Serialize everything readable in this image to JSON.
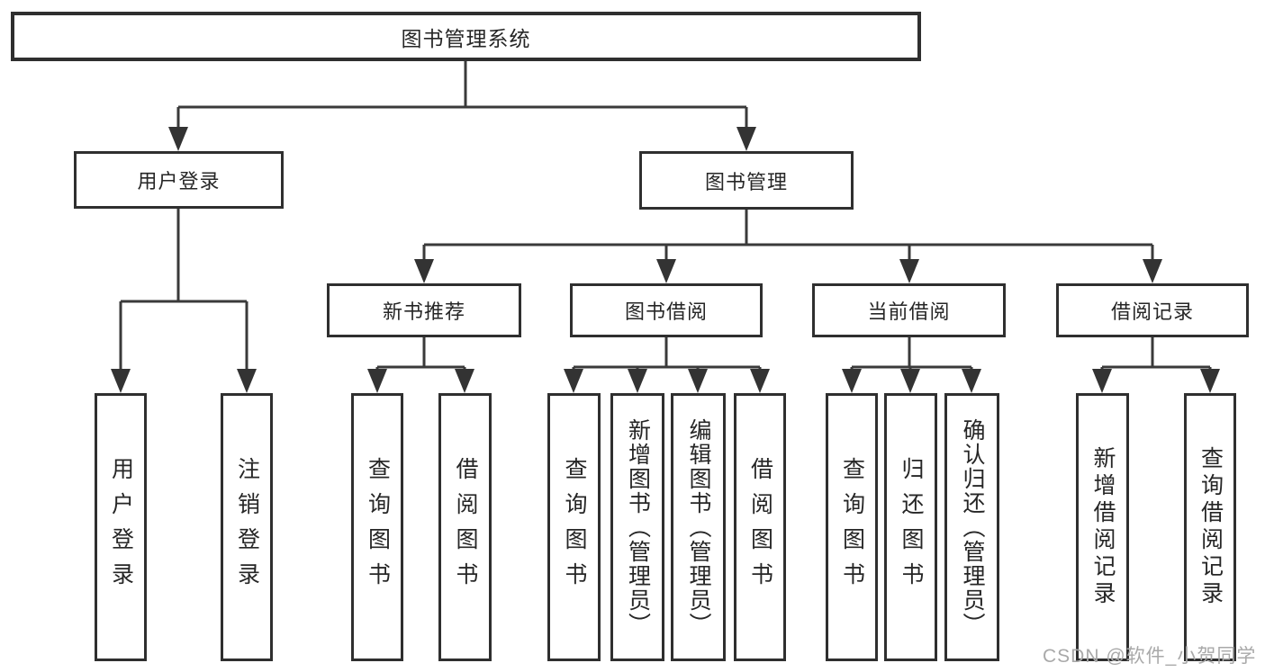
{
  "diagram": {
    "background": "#ffffff",
    "line_color": "#3a3a3a",
    "border_color": "#2f2f2f",
    "text_color": "#262626",
    "watermark_color": "#a9a9a9",
    "root": {
      "label": "图书管理系统"
    },
    "level1": [
      {
        "label": "用户登录"
      },
      {
        "label": "图书管理"
      }
    ],
    "level2": [
      {
        "label": "新书推荐"
      },
      {
        "label": "图书借阅"
      },
      {
        "label": "当前借阅"
      },
      {
        "label": "借阅记录"
      }
    ],
    "leaves": [
      {
        "label": "用户登录"
      },
      {
        "label": "注销登录"
      },
      {
        "label": "查询图书"
      },
      {
        "label": "借阅图书"
      },
      {
        "label": "查询图书"
      },
      {
        "label": "新增图书（管理员）"
      },
      {
        "label": "编辑图书（管理员）"
      },
      {
        "label": "借阅图书"
      },
      {
        "label": "查询图书"
      },
      {
        "label": "归还图书"
      },
      {
        "label": "确认归还（管理员）"
      },
      {
        "label": "新增借阅记录"
      },
      {
        "label": "查询借阅记录"
      }
    ],
    "watermark": "CSDN @软件_小贺同学"
  }
}
